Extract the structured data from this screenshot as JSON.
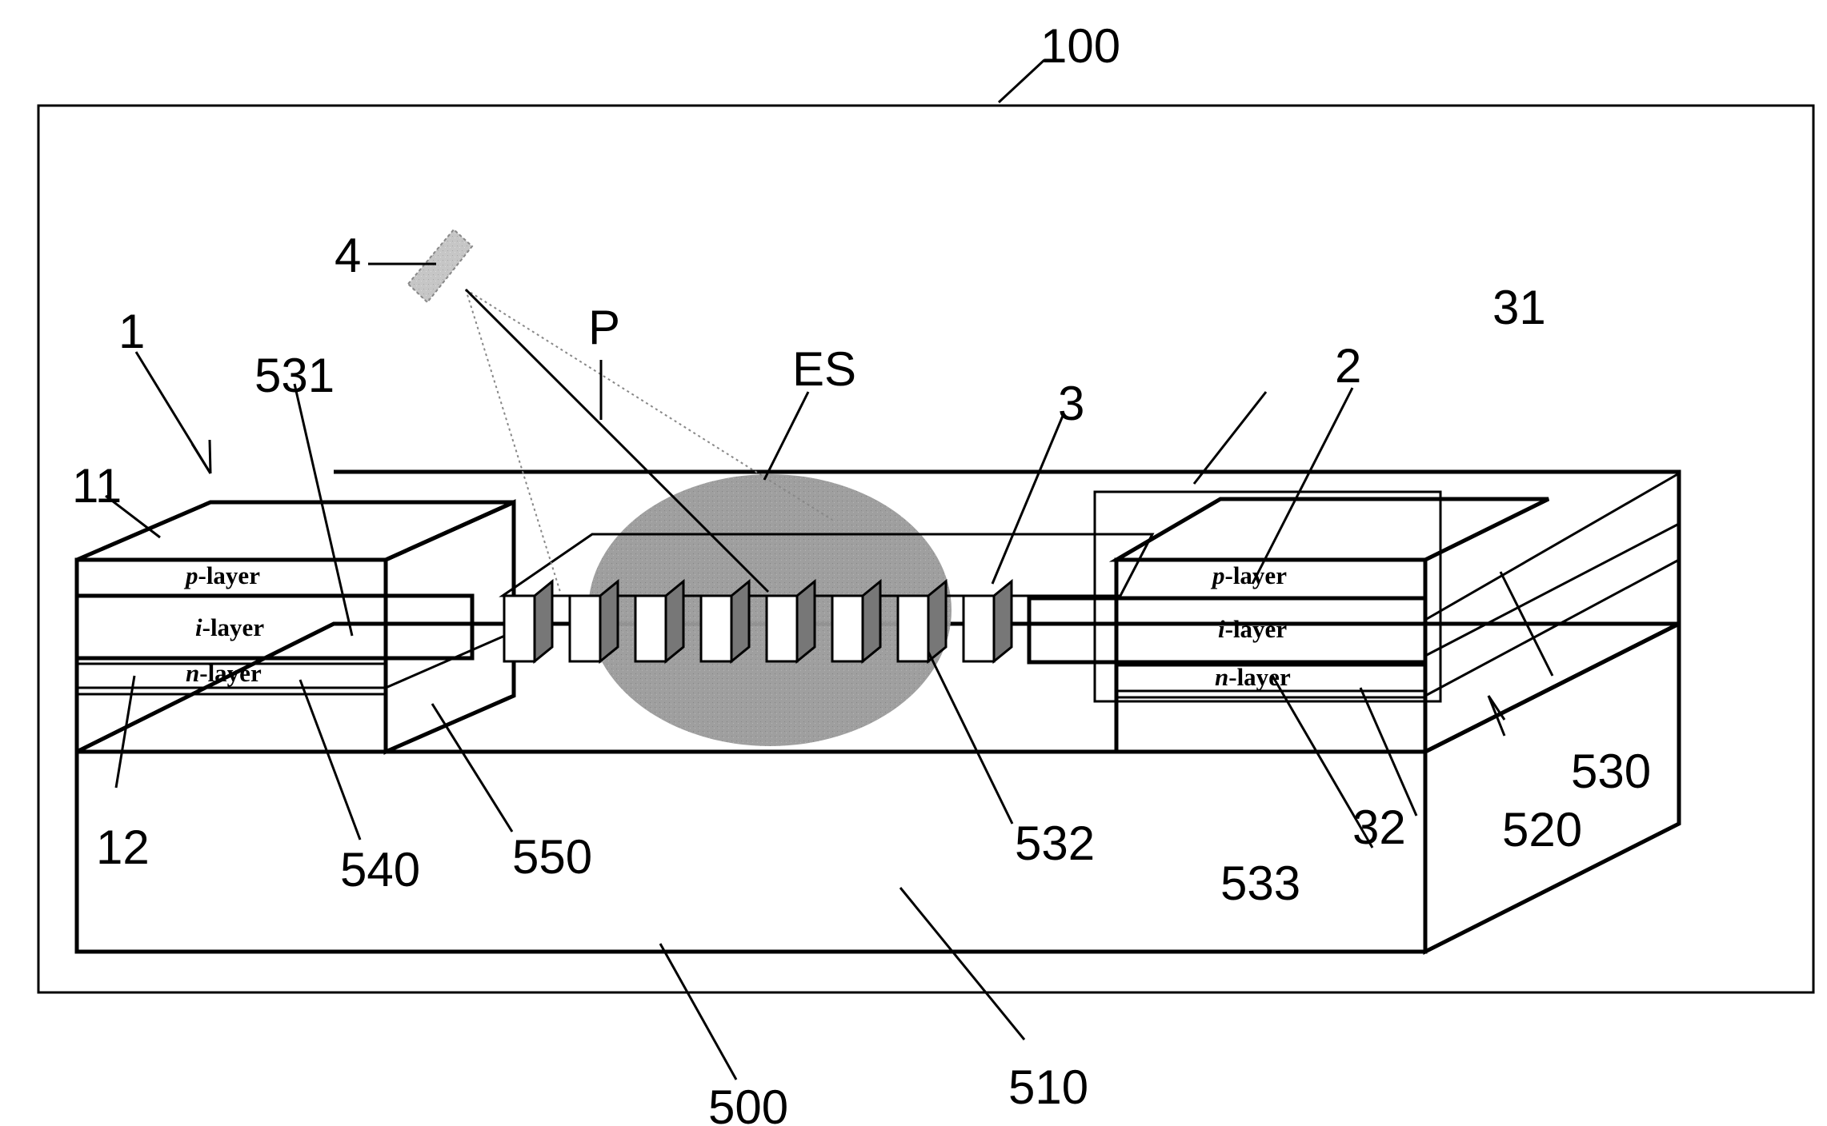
{
  "layers": {
    "p": {
      "prefix": "p",
      "suffix": "-layer"
    },
    "i": {
      "prefix": "i",
      "suffix": "-layer"
    },
    "n": {
      "prefix": "n",
      "suffix": "-layer"
    }
  },
  "callouts": {
    "package": "100",
    "device": "1",
    "p_layer_left": "11",
    "n_layer_left": "12",
    "detector": "2",
    "grating": "3",
    "light_source": "4",
    "p_layer_right": "31",
    "n_layer_right": "32",
    "beam": "P",
    "spot": "ES",
    "substrate": "500",
    "base": "510",
    "cladding": "520",
    "upper_cladding": "530",
    "waveguide_left": "531",
    "waveguide_grating": "532",
    "waveguide_right": "533",
    "lower_left": "540",
    "trench": "550"
  },
  "colors": {
    "line": "#000000",
    "i_layer_fill": "#c4c4c4",
    "spot_fill": "#9b9b9b",
    "grating_fill": "#7a7a7a",
    "background": "#ffffff"
  }
}
